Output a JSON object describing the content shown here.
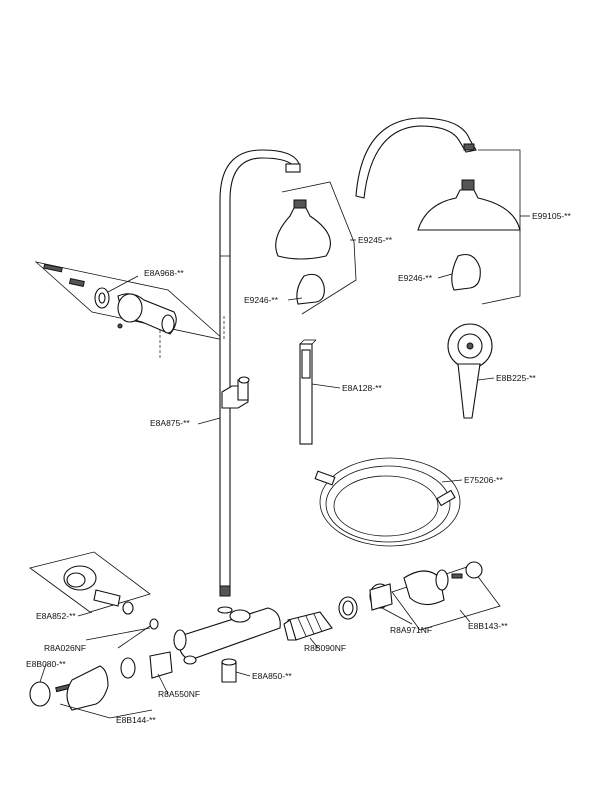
{
  "labels": {
    "e8a968": "E8A968-**",
    "e8a875": "E8A875-**",
    "e9245": "E9245-**",
    "e9246_left": "E9246-**",
    "e99105": "E99105-**",
    "e9246_right": "E9246-**",
    "e8a128": "E8A128-**",
    "e8b225": "E8B225-**",
    "e75206": "E75206-**",
    "e8a852": "E8A852-**",
    "r8a026nf": "R8A026NF",
    "e8b080": "E8B080-**",
    "e8b144": "E8B144-**",
    "r8a550nf": "R8A550NF",
    "e8a850": "E8A850-**",
    "r8b090nf": "R8B090NF",
    "r8a971nf": "R8A971NF",
    "e8b143": "E8B143-**"
  }
}
